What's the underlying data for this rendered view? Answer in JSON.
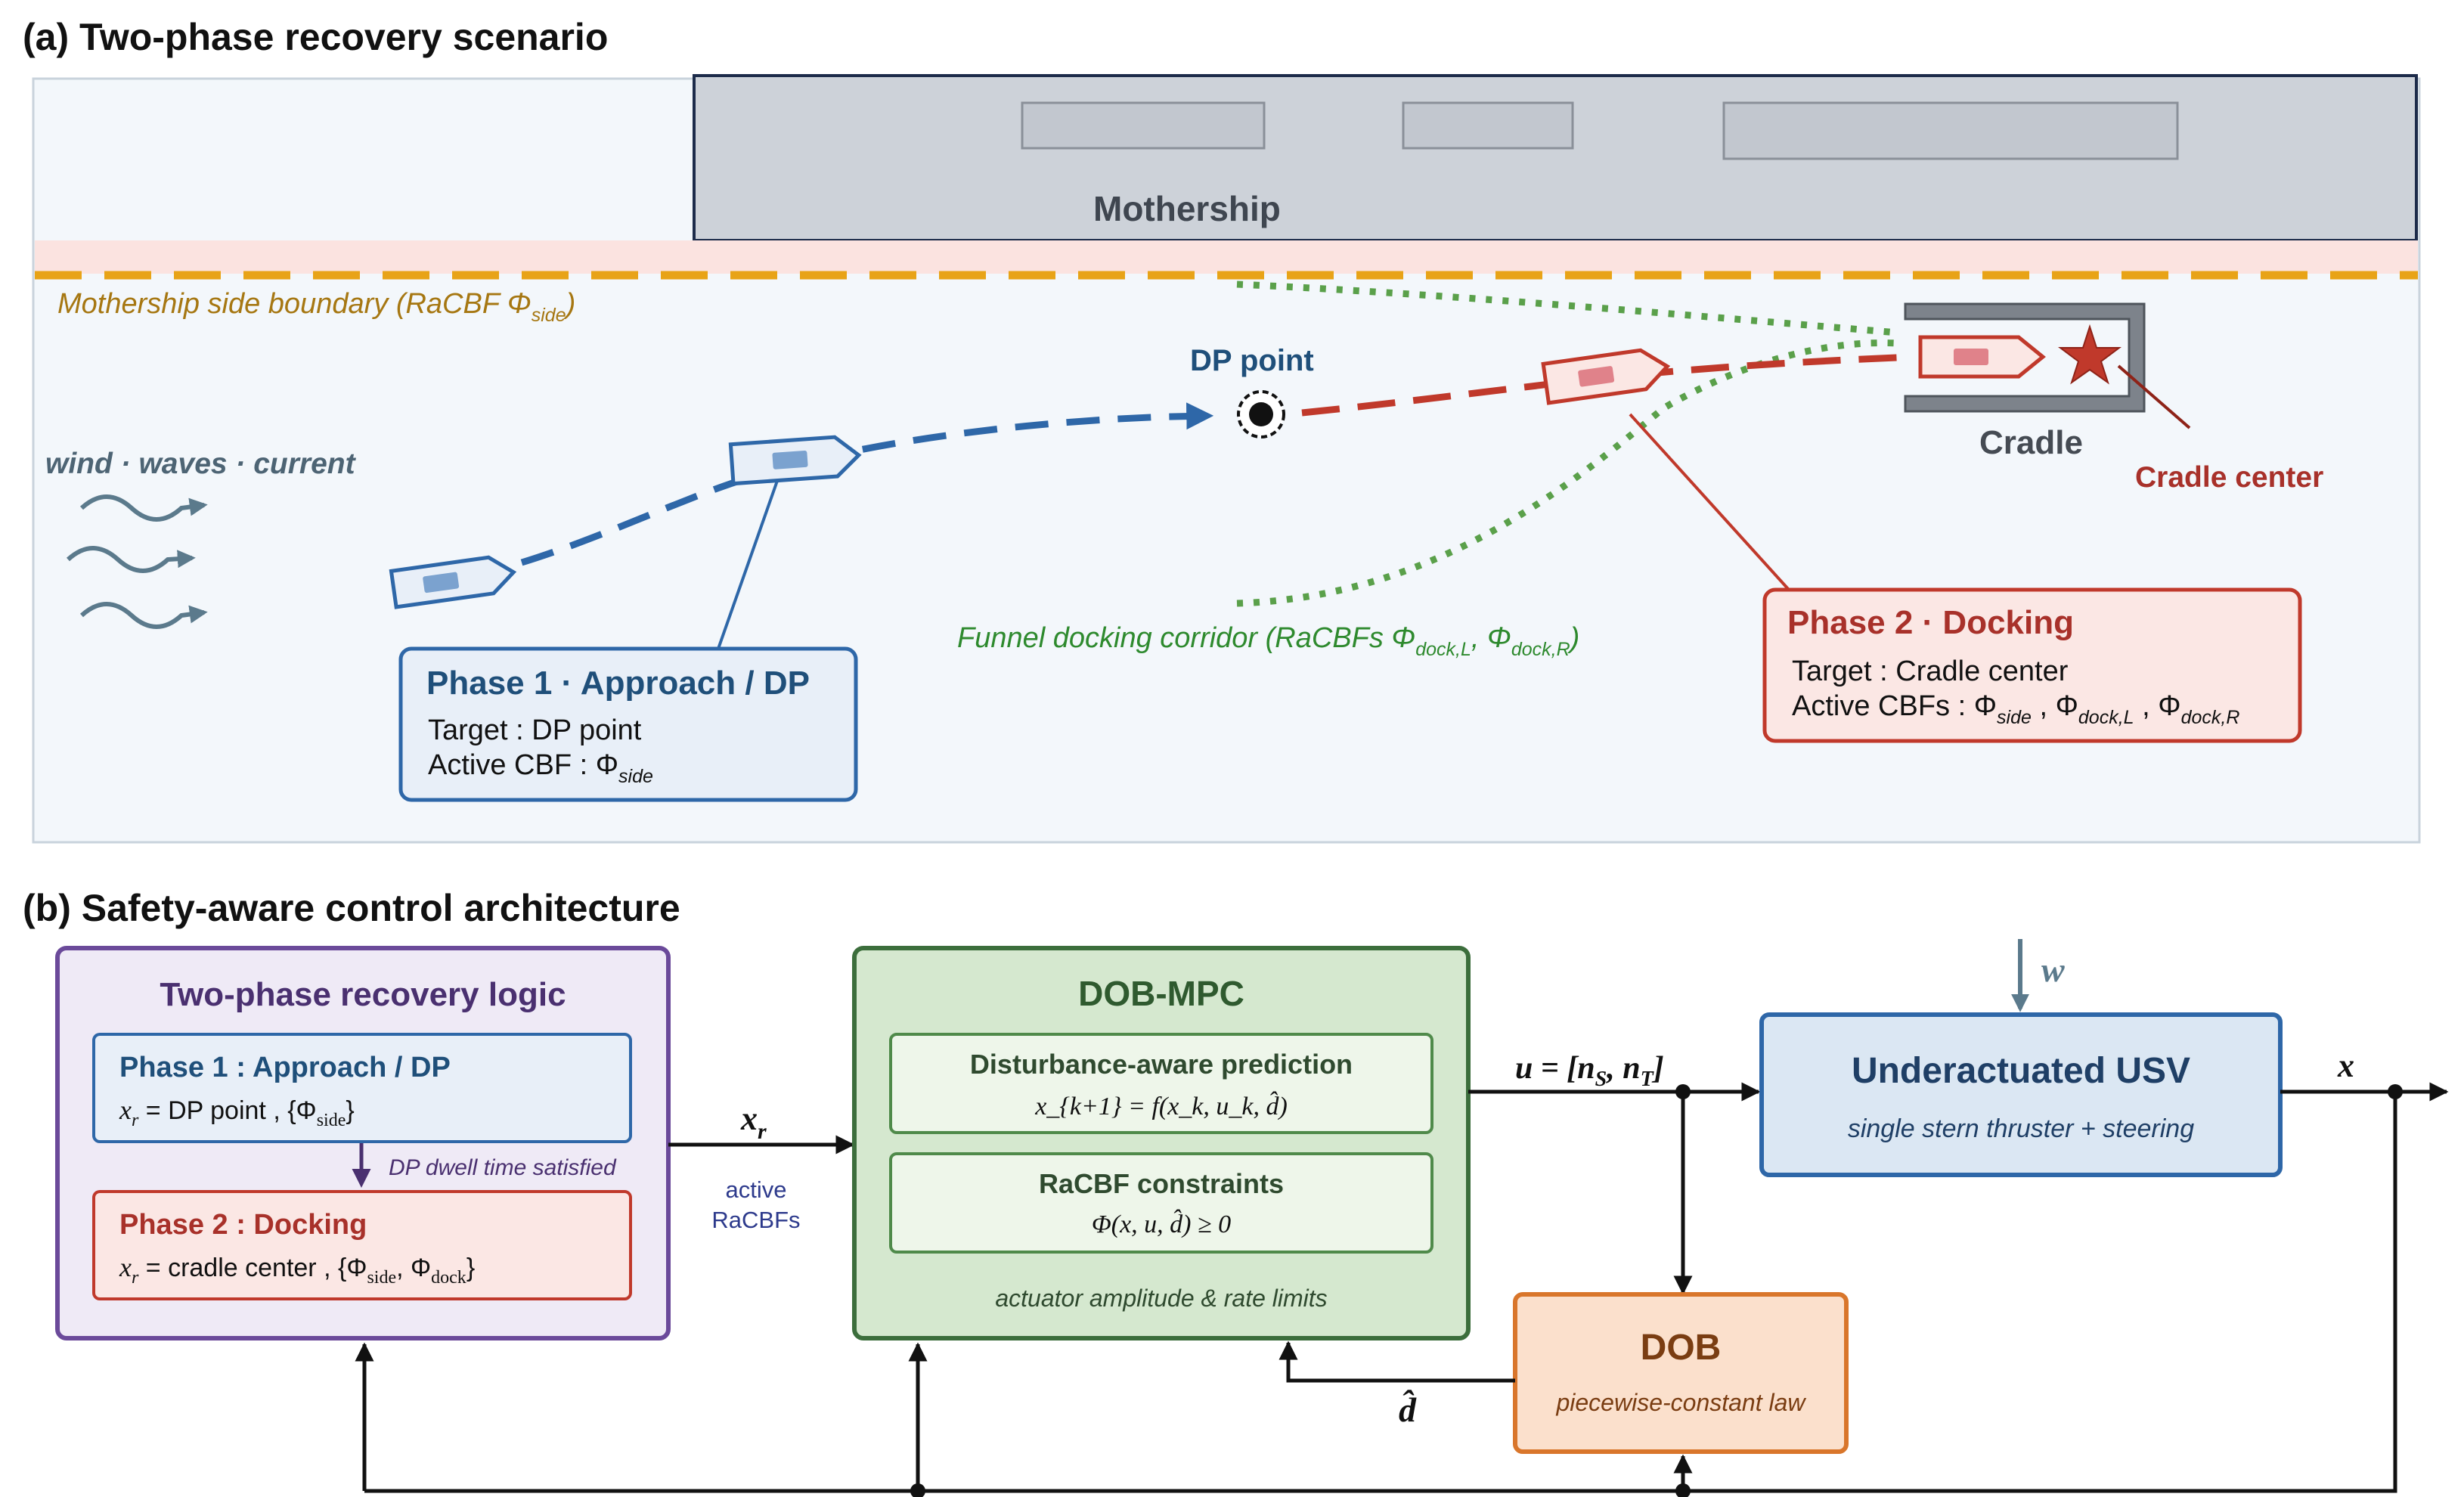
{
  "panel_a": {
    "title": "(a) Two-phase recovery scenario",
    "mothership_label": "Mothership",
    "side_boundary": {
      "text": "Mothership side boundary (RaCBF Φ",
      "sub": "side",
      "close": ")"
    },
    "dp_point_label": "DP point",
    "env_label": "wind · waves · current",
    "cradle_label": "Cradle",
    "cradle_center_label": "Cradle center",
    "corridor": {
      "text": "Funnel docking corridor  (RaCBFs Φ",
      "sub1": "dock,L",
      "mid": ", Φ",
      "sub2": "dock,R",
      "close": ")"
    },
    "phase1_box": {
      "title": "Phase 1 · Approach / DP",
      "line1": "Target : DP point",
      "line2": "Active CBF : Φ",
      "line2_sub": "side"
    },
    "phase2_box": {
      "title": "Phase 2 · Docking",
      "line1": "Target : Cradle center",
      "line2": "Active CBFs : Φ",
      "sub1": "side",
      "sep1": " , Φ",
      "sub2": "dock,L",
      "sep2": " , Φ",
      "sub3": "dock,R"
    }
  },
  "panel_b": {
    "title": "(b) Safety-aware control architecture",
    "logic": {
      "title": "Two-phase recovery logic",
      "phase1": {
        "title": "Phase 1 : Approach / DP",
        "xr": "x",
        "xr_sub": "r",
        "eq": " = DP point ,  {Φ",
        "set_sub": "side",
        "close": "}"
      },
      "transition": "DP dwell time satisfied",
      "phase2": {
        "title": "Phase 2 : Docking",
        "xr": "x",
        "xr_sub": "r",
        "eq": " = cradle center ,  {Φ",
        "set_sub1": "side",
        "comma": ", Φ",
        "set_sub2": "dock",
        "close": "}"
      }
    },
    "xr_signal": {
      "main": "x",
      "sub": "r"
    },
    "active_label_1": "active",
    "active_label_2": "RaCBFs",
    "mpc": {
      "title": "DOB-MPC",
      "pred_title": "Disturbance-aware prediction",
      "pred_eq": "x_{k+1} = f(x_k, u_k, d̂)",
      "cbf_title": "RaCBF constraints",
      "cbf_eq": "Φ(x, u, d̂) ≥ 0",
      "limits": "actuator amplitude & rate limits"
    },
    "u_signal": {
      "lhs": "u = [",
      "ns": "n",
      "ns_sub": "S",
      "comma": ", ",
      "nt": "n",
      "nt_sub": "T",
      "close": "]"
    },
    "w_signal": "w",
    "x_signal": "x",
    "usv": {
      "title": "Underactuated USV",
      "subtitle": "single stern thruster + steering"
    },
    "dob": {
      "title": "DOB",
      "subtitle": "piecewise-constant law"
    },
    "dhat_signal": "d̂"
  },
  "colors": {
    "blue": "#2e67a8",
    "red": "#c0392b",
    "green": "#3a8a3a",
    "orange": "#e8a317",
    "purple": "#6b4a9a",
    "dob_orange": "#d9762b"
  }
}
